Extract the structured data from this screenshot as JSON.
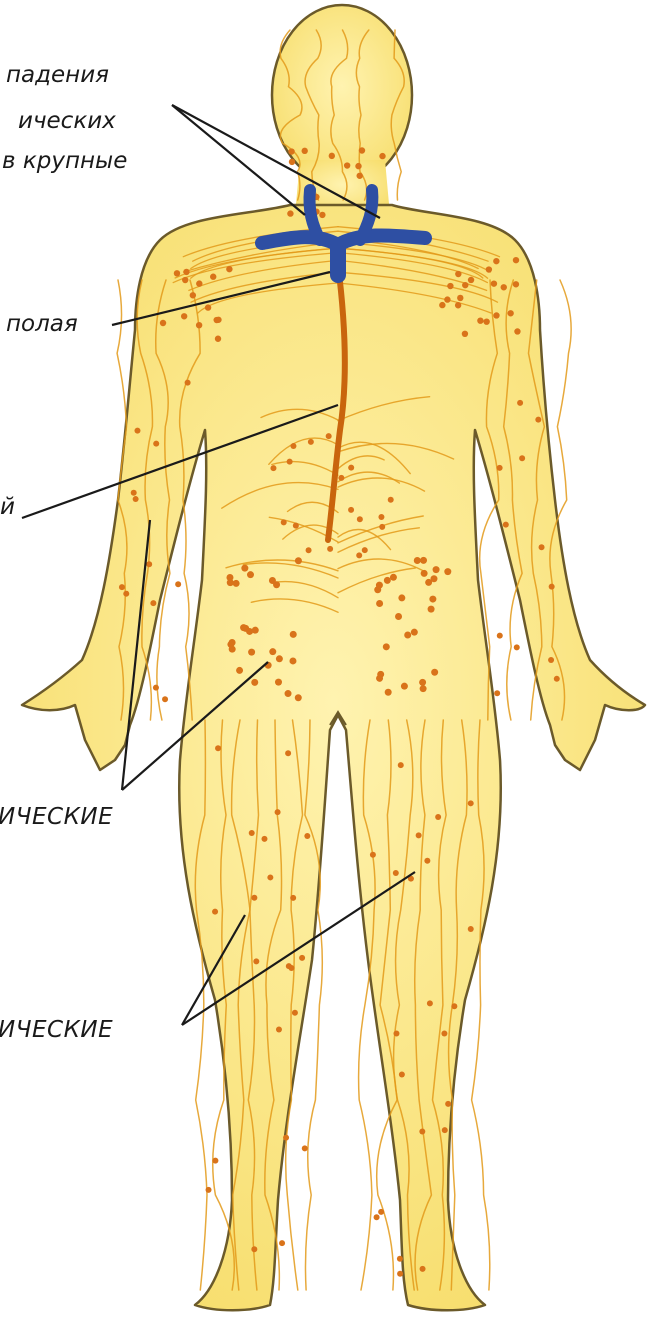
{
  "labels": {
    "ducts_line1": "падения",
    "ducts_line2": "ических",
    "ducts_line3": "в крупные",
    "vena_cava": "полая",
    "thoracic_duct": "й",
    "lymph_nodes": "ИЧЕСКИЕ",
    "lymph_vessels": "ИЧЕСКИЕ"
  },
  "colors": {
    "body_fill": "#fbe98a",
    "body_outline": "#6b5a2a",
    "lymph_vessel": "#e39a1a",
    "lymph_node": "#d9731a",
    "thoracic_duct": "#c9650d",
    "veins": "#2e4fa3",
    "pointer_line": "#1a1a1a"
  }
}
